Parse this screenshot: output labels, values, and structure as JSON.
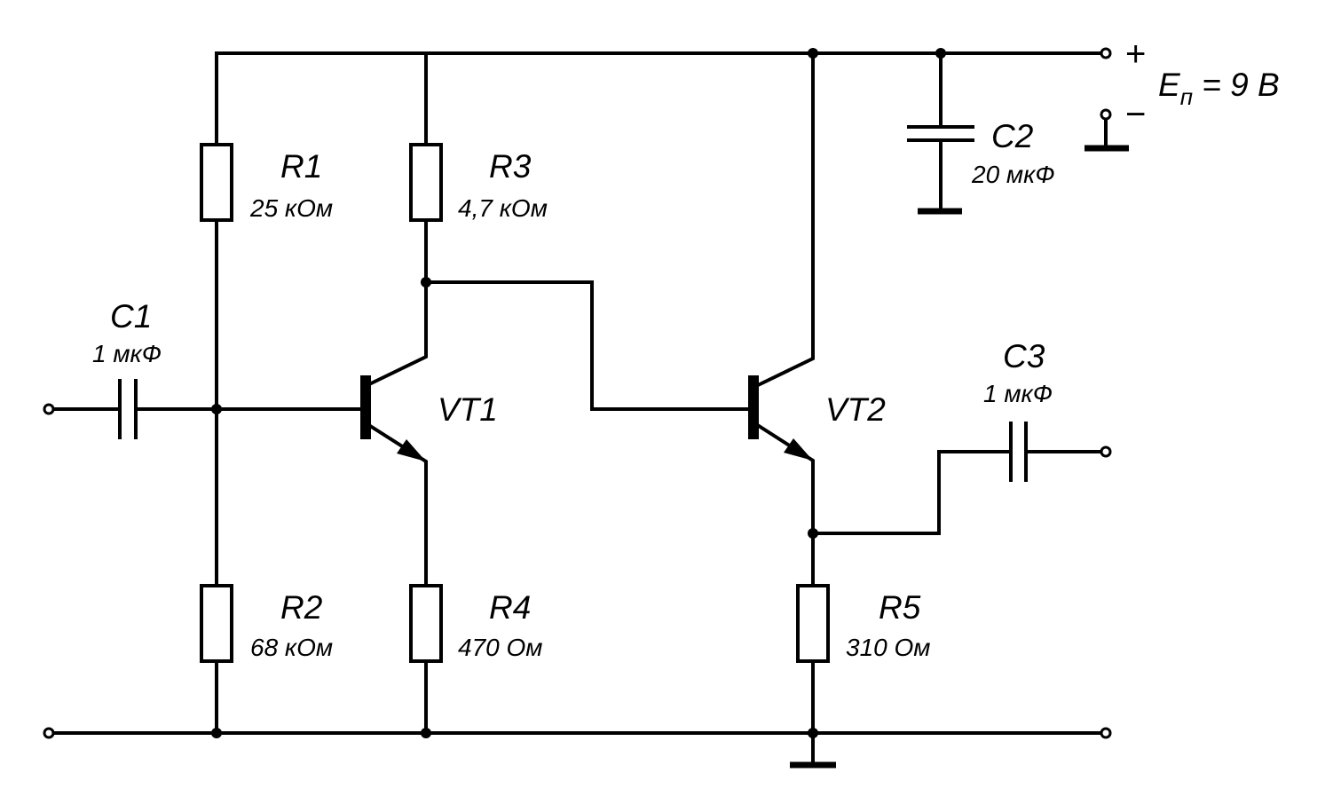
{
  "components": {
    "r1": {
      "name": "R1",
      "value": "25 кОм"
    },
    "r2": {
      "name": "R2",
      "value": "68 кОм"
    },
    "r3": {
      "name": "R3",
      "value": "4,7 кОм"
    },
    "r4": {
      "name": "R4",
      "value": "470 Ом"
    },
    "r5": {
      "name": "R5",
      "value": "310 Ом"
    },
    "c1": {
      "name": "C1",
      "value": "1 мкФ"
    },
    "c2": {
      "name": "C2",
      "value": "20 мкФ"
    },
    "c3": {
      "name": "C3",
      "value": "1 мкФ"
    },
    "vt1": {
      "name": "VT1"
    },
    "vt2": {
      "name": "VT2"
    }
  },
  "supply": {
    "plus": "+",
    "minus": "−",
    "label_main": "E",
    "label_sub": "п",
    "label_rest": " = 9 В"
  }
}
